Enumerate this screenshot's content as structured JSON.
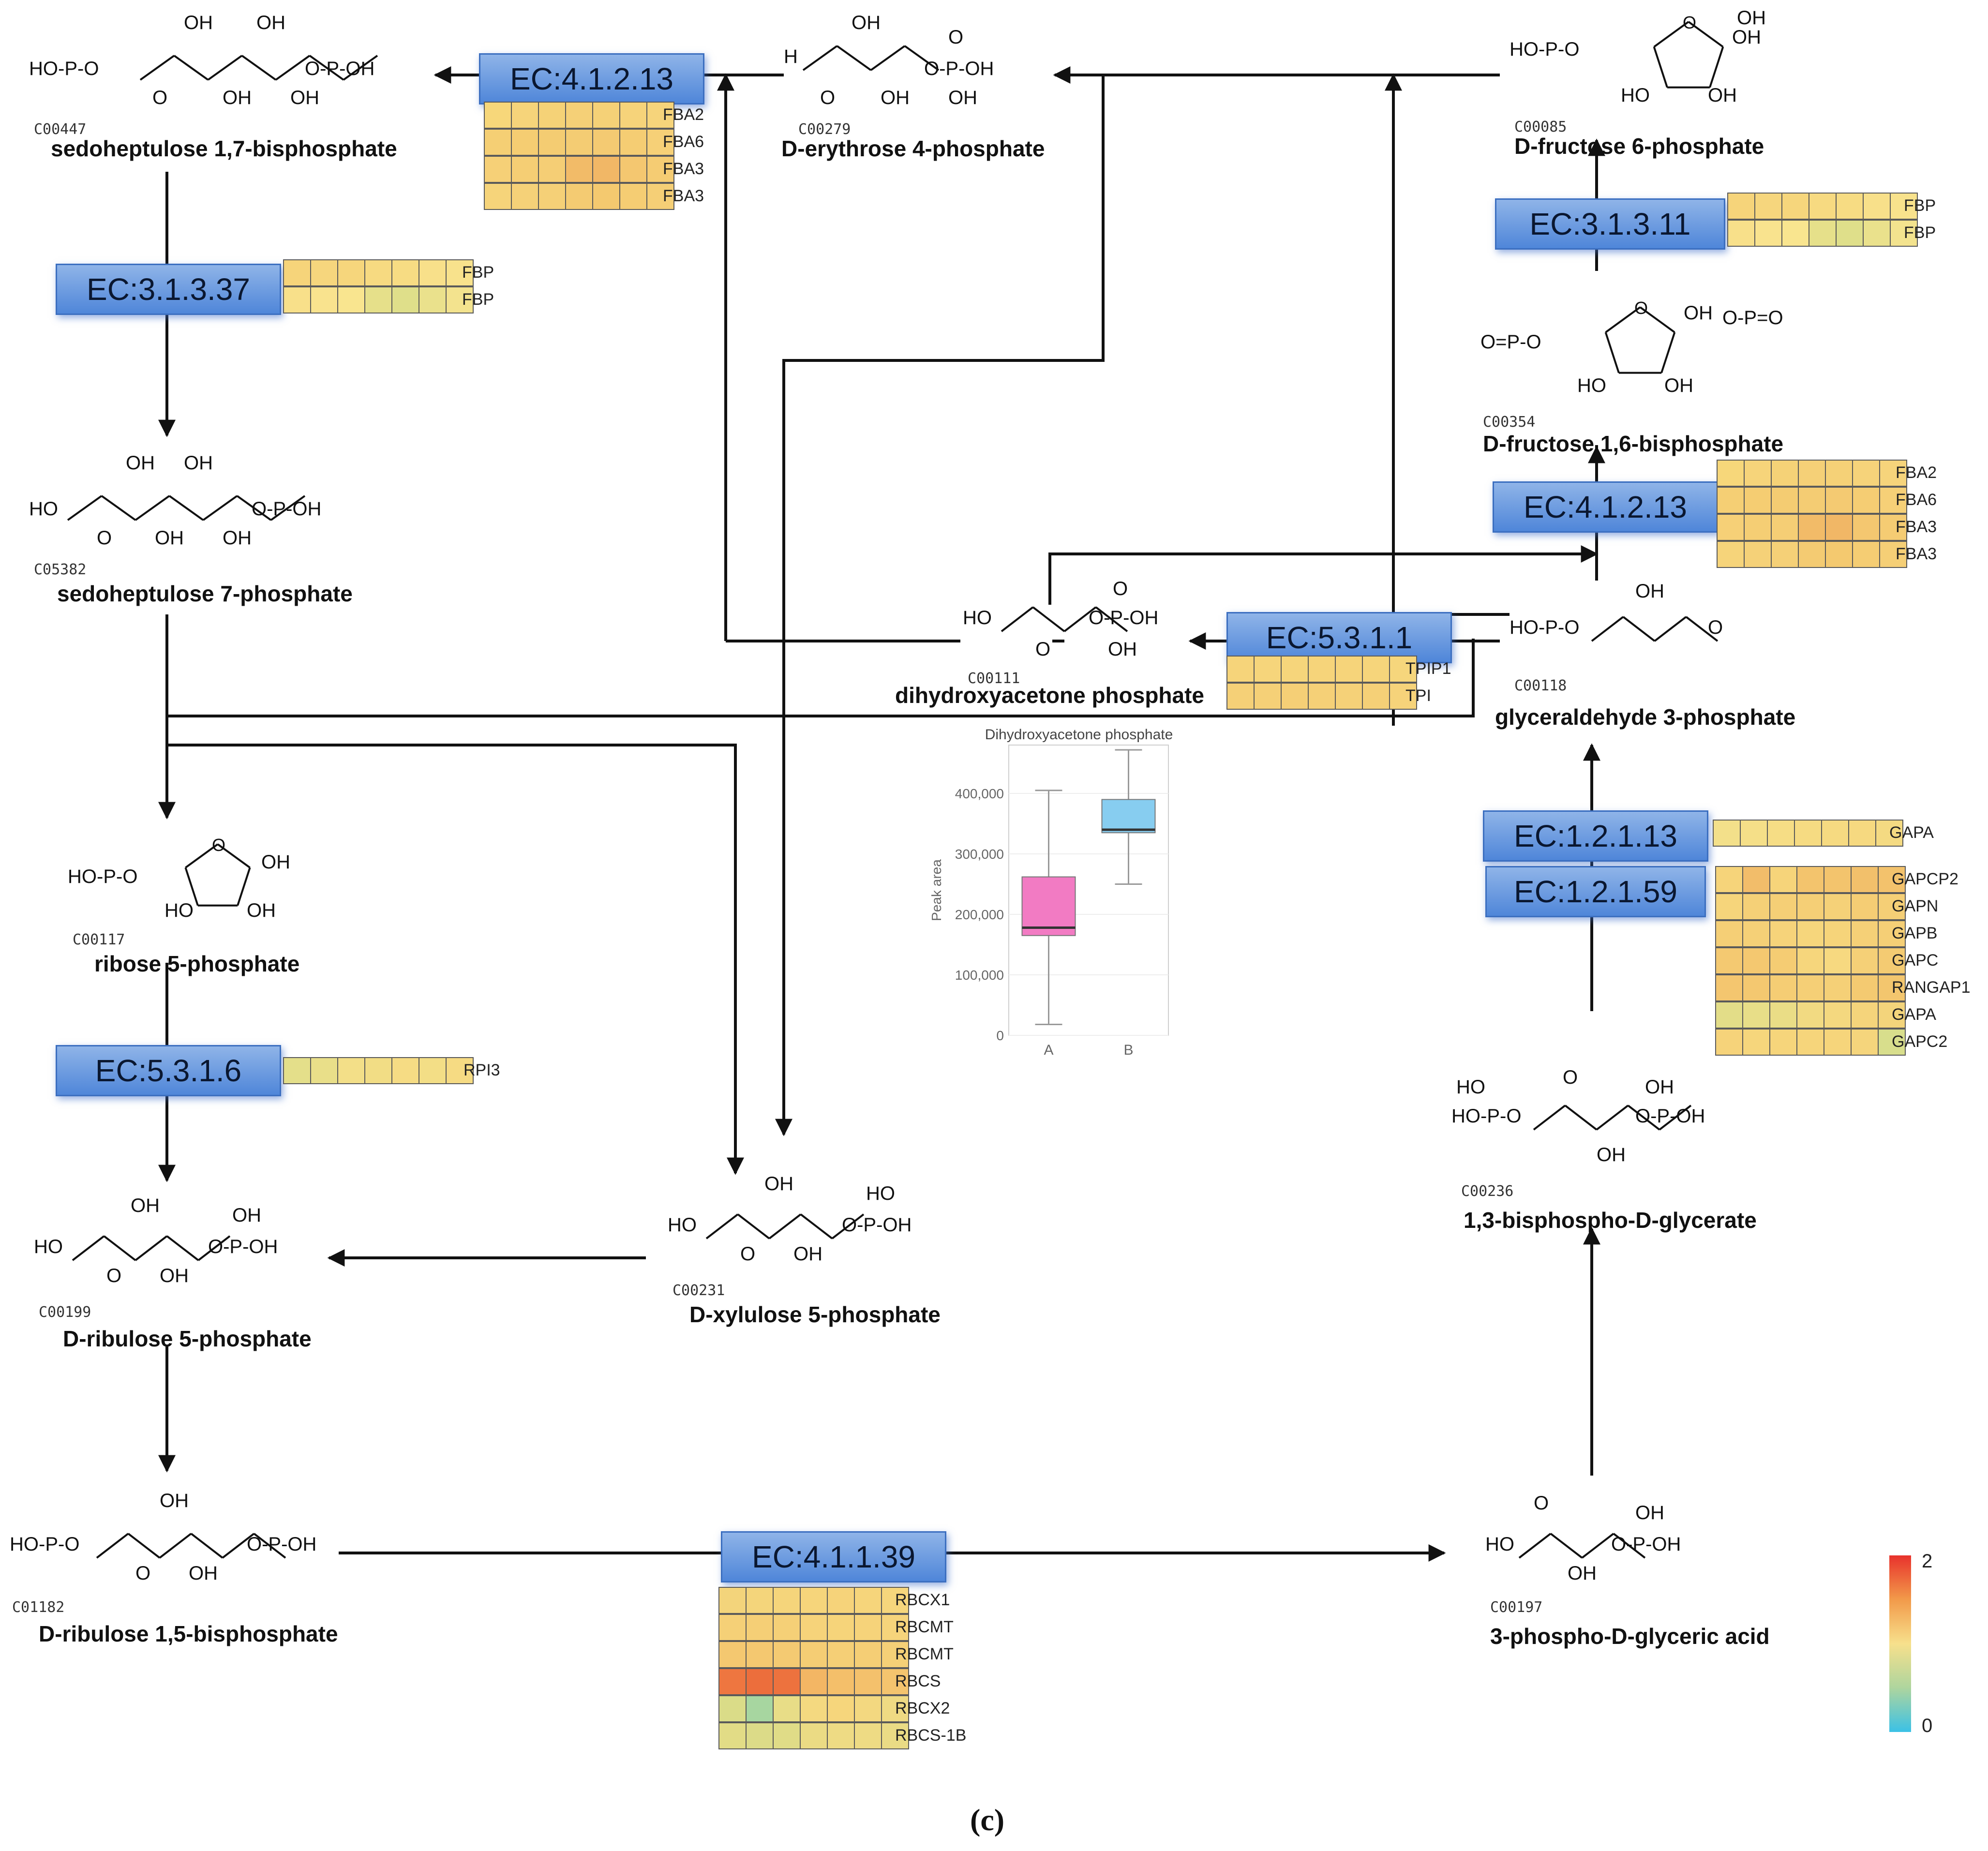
{
  "compounds": [
    {
      "id": "s17bp",
      "code": "C00447",
      "name": "sedoheptulose 1,7-bisphosphate",
      "structure": "HO-P(O)(OH)-O-CH2-CO-(CHOH)4-CH2-O-P(O)(OH)OH"
    },
    {
      "id": "e4p",
      "code": "C00279",
      "name": "D-erythrose 4-phosphate",
      "structure": "OHC-(CHOH)2-CH2-O-P(O)(OH)OH"
    },
    {
      "id": "f6p",
      "code": "C00085",
      "name": "D-fructose 6-phosphate",
      "structure": "furanose-6-phosphate"
    },
    {
      "id": "s7p",
      "code": "C05382",
      "name": "sedoheptulose 7-phosphate",
      "structure": "HO-CH2-CO-(CHOH)4-CH2-O-P(O)(OH)OH"
    },
    {
      "id": "f16bp",
      "code": "C00354",
      "name": "D-fructose 1,6-bisphosphate",
      "structure": "furanose-1,6-bisphosphate"
    },
    {
      "id": "dhap",
      "code": "C00111",
      "name": "dihydroxyacetone phosphate",
      "structure": "HO-CH2-CO-CH2-O-P(O)(OH)OH"
    },
    {
      "id": "g3p",
      "code": "C00118",
      "name": "glyceraldehyde 3-phosphate",
      "structure": "OHC-CHOH-CH2-O-P(O)(OH)OH"
    },
    {
      "id": "r5p",
      "code": "C00117",
      "name": "ribose 5-phosphate",
      "structure": "ribofuranose-5-phosphate"
    },
    {
      "id": "bpg",
      "code": "C00236",
      "name": "1,3-bisphospho-D-glycerate",
      "structure": "(HO)2P(O)-O-CO-CHOH-CH2-O-P(O)(OH)OH"
    },
    {
      "id": "ru5p",
      "code": "C00199",
      "name": "D-ribulose 5-phosphate",
      "structure": "HO-CH2-CO-(CHOH)2-CH2-O-P(O)(OH)OH"
    },
    {
      "id": "x5p",
      "code": "C00231",
      "name": "D-xylulose 5-phosphate",
      "structure": "HO-CH2-CO-(CHOH)2-CH2-O-P(O)(OH)OH"
    },
    {
      "id": "rubp",
      "code": "C01182",
      "name": "D-ribulose 1,5-bisphosphate",
      "structure": "(HO)2P(O)-O-CH2-CO-(CHOH)2-CH2-O-P(O)(OH)OH"
    },
    {
      "id": "pga",
      "code": "C00197",
      "name": "3-phospho-D-glyceric acid",
      "structure": "HOOC-CHOH-CH2-O-P(O)(OH)OH"
    }
  ],
  "enzymes": [
    {
      "id": "fba_top",
      "ec": "EC:4.1.2.13",
      "genes": [
        {
          "name": "FBA2",
          "colors": [
            "#f7d77a",
            "#f6d47a",
            "#f5d277",
            "#f5d077",
            "#f5d177",
            "#f6d37a",
            "#f6d47b"
          ]
        },
        {
          "name": "FBA6",
          "colors": [
            "#f5cf74",
            "#f5cd72",
            "#f4cc72",
            "#f4cc73",
            "#f4ca72",
            "#f5cd73",
            "#f6d077"
          ]
        },
        {
          "name": "FBA3",
          "colors": [
            "#f6d077",
            "#f5ce74",
            "#f5ce75",
            "#f2bb68",
            "#f1b766",
            "#f4c770",
            "#f5cc73"
          ]
        },
        {
          "name": "FBA3",
          "colors": [
            "#f6d47a",
            "#f5d178",
            "#f5d077",
            "#f4cb72",
            "#f4c96f",
            "#f5cd73",
            "#f5cf76"
          ]
        }
      ]
    },
    {
      "id": "fbp_left",
      "ec": "EC:3.1.3.37",
      "genes": [
        {
          "name": "FBP",
          "colors": [
            "#f6d47a",
            "#f6d67d",
            "#f6d67c",
            "#f7da81",
            "#f7dc83",
            "#f8e08a",
            "#f8e28c"
          ]
        },
        {
          "name": "FBP",
          "colors": [
            "#f8e08a",
            "#f9e38e",
            "#f9e58f",
            "#e6e08a",
            "#dfdf8a",
            "#eae18c",
            "#f3e38e"
          ]
        }
      ]
    },
    {
      "id": "fbp_right",
      "ec": "EC:3.1.3.11",
      "genes": [
        {
          "name": "FBP",
          "colors": [
            "#f6d47a",
            "#f6d67d",
            "#f6d67c",
            "#f7da81",
            "#f7dc83",
            "#f8e08a",
            "#f8e28c"
          ]
        },
        {
          "name": "FBP",
          "colors": [
            "#f8e08a",
            "#f9e38e",
            "#f9e58f",
            "#e6e08a",
            "#dfdf8a",
            "#eae18c",
            "#f3e38e"
          ]
        }
      ]
    },
    {
      "id": "fba_right",
      "ec": "EC:4.1.2.13",
      "genes": [
        {
          "name": "FBA2",
          "colors": [
            "#f7d77a",
            "#f6d47a",
            "#f5d277",
            "#f5d077",
            "#f5d177",
            "#f6d37a",
            "#f6d47b"
          ]
        },
        {
          "name": "FBA6",
          "colors": [
            "#f5cf74",
            "#f5cd72",
            "#f4cc72",
            "#f4cc73",
            "#f4ca72",
            "#f5cd73",
            "#f6d077"
          ]
        },
        {
          "name": "FBA3",
          "colors": [
            "#f6d077",
            "#f5ce74",
            "#f5ce75",
            "#f2bb68",
            "#f1b766",
            "#f4c770",
            "#f5cc73"
          ]
        },
        {
          "name": "FBA3",
          "colors": [
            "#f6d47a",
            "#f5d178",
            "#f5d077",
            "#f4cb72",
            "#f4c96f",
            "#f5cd73",
            "#f5cf76"
          ]
        }
      ]
    },
    {
      "id": "tpi",
      "ec": "EC:5.3.1.1",
      "genes": [
        {
          "name": "TPIP1",
          "colors": [
            "#f6d47a",
            "#f6d57b",
            "#f6d57b",
            "#f6d47a",
            "#f6d47a",
            "#f6d57b",
            "#f6d67c"
          ]
        },
        {
          "name": "TPI",
          "colors": [
            "#f5d077",
            "#f5d077",
            "#f5cf76",
            "#f5d077",
            "#f5d178",
            "#f5d077",
            "#f6d37a"
          ]
        }
      ]
    },
    {
      "id": "gapa",
      "ec": "EC:1.2.1.13",
      "genes": [
        {
          "name": "GAPA",
          "colors": [
            "#f3e08a",
            "#f5df88",
            "#f6dd85",
            "#f6db82",
            "#f6da81",
            "#f6d980",
            "#f4da82"
          ]
        }
      ]
    },
    {
      "id": "gapn",
      "ec": "EC:1.2.1.59",
      "genes": [
        {
          "name": "GAPCP2",
          "colors": [
            "#f6d47a",
            "#f2bd6a",
            "#f6d47a",
            "#f3c46d",
            "#f3c46d",
            "#f2c06b",
            "#f3c26c"
          ]
        },
        {
          "name": "GAPN",
          "colors": [
            "#f6d57b",
            "#f5d077",
            "#f5cf76",
            "#f5cf76",
            "#f5d178",
            "#f5cd74",
            "#f5cf76"
          ]
        },
        {
          "name": "GAPB",
          "colors": [
            "#f5cf76",
            "#f5d077",
            "#f6d37a",
            "#f6d67c",
            "#f6d47a",
            "#f5d077",
            "#f5cf76"
          ]
        },
        {
          "name": "GAPC",
          "colors": [
            "#f4c971",
            "#f4c870",
            "#f5cc73",
            "#f6d67c",
            "#f7d980",
            "#f5d077",
            "#f4cb72"
          ]
        },
        {
          "name": "RANGAP1",
          "colors": [
            "#f4c66f",
            "#f4c870",
            "#f5cd74",
            "#f5cf76",
            "#f5d077",
            "#f4ca71",
            "#f3c66e"
          ]
        },
        {
          "name": "GAPA",
          "colors": [
            "#e3dd88",
            "#e8de88",
            "#eadd86",
            "#f2da82",
            "#f4d87f",
            "#f5d47b",
            "#f3d47b"
          ]
        },
        {
          "name": "GAPC2",
          "colors": [
            "#f6d37a",
            "#f6d67c",
            "#f6d57b",
            "#f6d57b",
            "#f6d57b",
            "#f5d57c",
            "#d8de8c"
          ]
        }
      ]
    },
    {
      "id": "rpi",
      "ec": "EC:5.3.1.6",
      "genes": [
        {
          "name": "RPI3",
          "colors": [
            "#e4df8a",
            "#e9df89",
            "#f3df88",
            "#f2dd85",
            "#f6dc84",
            "#f3de86",
            "#f6db83"
          ]
        }
      ]
    },
    {
      "id": "rubisco",
      "ec": "EC:4.1.1.39",
      "genes": [
        {
          "name": "RBCX1",
          "colors": [
            "#f3d47b",
            "#f4d57b",
            "#f5d57b",
            "#f6d57b",
            "#f6d37a",
            "#f6d57b",
            "#f6d67c"
          ]
        },
        {
          "name": "RBCMT",
          "colors": [
            "#f5d077",
            "#f5cf76",
            "#f5d077",
            "#f6d37a",
            "#f6d47a",
            "#f6d37a",
            "#f6d47b"
          ]
        },
        {
          "name": "RBCMT",
          "colors": [
            "#f4c870",
            "#f4c870",
            "#f4ca72",
            "#f5cd74",
            "#f5cf76",
            "#f5ce75",
            "#f5d077"
          ]
        },
        {
          "name": "RBCS",
          "colors": [
            "#ee7640",
            "#ec6e3c",
            "#ed723e",
            "#f3b664",
            "#f4bf6a",
            "#f4c16c",
            "#f4c46e"
          ]
        },
        {
          "name": "RBCX2",
          "colors": [
            "#dadc88",
            "#a7d6a0",
            "#e8dd87",
            "#f4d980",
            "#f6d67c",
            "#f3d880",
            "#efda83"
          ]
        },
        {
          "name": "RBCS-1B",
          "colors": [
            "#e2dc86",
            "#dcdb88",
            "#e0dc87",
            "#ebdb84",
            "#eedb84",
            "#eedb84",
            "#eadb85"
          ]
        }
      ]
    }
  ],
  "chart_data": {
    "type": "boxplot",
    "title": "Dihydroxyacetone phosphate",
    "xlabel": "",
    "ylabel": "Peak area",
    "categories": [
      "A",
      "B"
    ],
    "y_ticks": [
      "0",
      "100,000",
      "200,000",
      "300,000",
      "400,000"
    ],
    "ylim": [
      0,
      480000
    ],
    "boxes": [
      {
        "category": "A",
        "min": 18000,
        "q1": 165000,
        "median": 178000,
        "q3": 262000,
        "max": 405000,
        "color": "#f27bc3"
      },
      {
        "category": "B",
        "min": 250000,
        "q1": 335000,
        "median": 340000,
        "q3": 390000,
        "max": 472000,
        "color": "#87cdf0"
      }
    ]
  },
  "colorbar": {
    "max": "2",
    "min": "0",
    "colors": [
      "#e8322c",
      "#f29a4a",
      "#f7e08c",
      "#aed59e",
      "#3bc1e6"
    ]
  },
  "caption": "(c)"
}
